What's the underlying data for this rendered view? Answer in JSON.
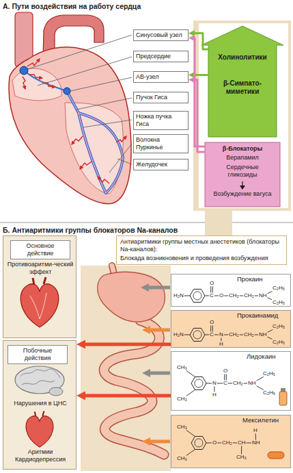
{
  "diagram": {
    "nodes": [
      {
        "text": [
          "Синусовый узел"
        ]
      },
      {
        "text": [
          "Предсердие"
        ]
      },
      {
        "text": [
          "АВ-узел"
        ]
      },
      {
        "text": [
          "Пучок Гиса"
        ]
      },
      {
        "text": [
          "Ножка пучка Гиса"
        ]
      },
      {
        "text": [
          "Волокна Пуркинье"
        ]
      },
      {
        "text": [
          "Желудочек"
        ]
      },
      {
        "text": [
          "Холинолитики",
          "β-Симпато-миметики"
        ]
      },
      {
        "text": [
          "β-Блокаторы",
          "Верапамил",
          "Сердечные гликозиды",
          "Возбуждение вагуса"
        ]
      },
      {
        "text": [
          "Антиаритмики группы местных анестетиков (блокаторы Na-каналов):",
          "Блокада возникновения и проведения возбуждения"
        ]
      },
      {
        "text": [
          "Основное действие",
          "Противоаритми-ческий эффект"
        ]
      },
      {
        "text": [
          "Побочные действия",
          "Нарушения в ЦНС",
          "Аритмии Кардиодепрессия"
        ]
      },
      {
        "text": [
          "Прокаин",
          "H₂N",
          "C",
          "O",
          "O",
          "CH₂",
          "CH₂",
          "NH",
          "C₂H₅",
          "C₂H₅"
        ]
      },
      {
        "text": [
          "Прокаинамид",
          "H₂N",
          "C",
          "O",
          "N",
          "H",
          "CH₂",
          "CH₂",
          "NH",
          "C₂H₅",
          "C₂H₅"
        ]
      },
      {
        "text": [
          "Лидокаин",
          "CH₃",
          "CH₃",
          "N",
          "H",
          "C",
          "O",
          "CH₂",
          "NH",
          "C₂H₅",
          "C₂H₅"
        ]
      },
      {
        "text": [
          "Мексилетин",
          "CH₃",
          "CH₃",
          "O",
          "CH₂",
          "CH",
          "CH₃",
          "NH",
          "H"
        ]
      }
    ],
    "edges": [
      {
        "from": 7,
        "to": 0,
        "arrow": "to"
      },
      {
        "from": 7,
        "to": 2,
        "arrow": "to"
      },
      {
        "from": 8,
        "to": 0,
        "arrow": "to"
      },
      {
        "from": 8,
        "to": 2,
        "arrow": "to"
      },
      {
        "from": 13,
        "to": 11,
        "arrow": "to"
      },
      {
        "from": 14,
        "to": 11,
        "arrow": "to"
      }
    ],
    "labels": [
      "А. Пути воздействия на работу сердца",
      "Б. Антиаритмики группы блокаторов Na-каналов"
    ]
  }
}
